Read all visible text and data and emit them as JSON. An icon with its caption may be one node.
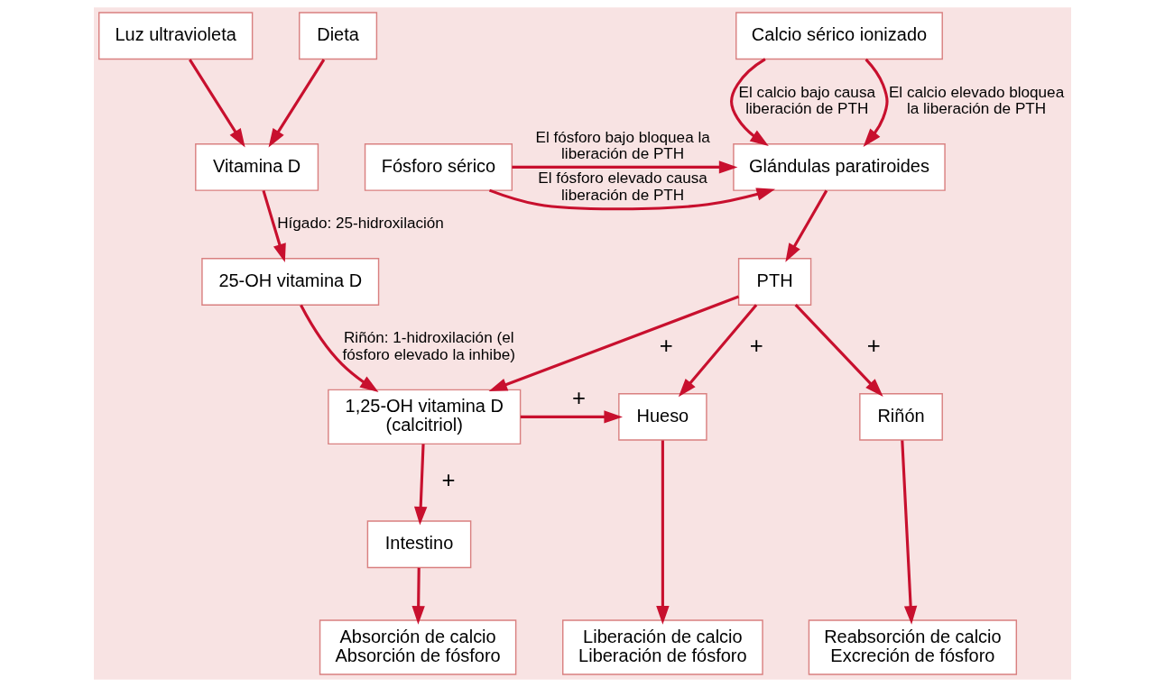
{
  "diagram": {
    "nodes": [
      {
        "text": [
          "Calcio sérico ionizado"
        ]
      },
      {
        "text": [
          "Luz ultravioleta"
        ]
      },
      {
        "text": [
          "Dieta"
        ]
      },
      {
        "text": [
          "Vitamina D"
        ]
      },
      {
        "text": [
          "Fósforo sérico"
        ]
      },
      {
        "text": [
          "Glándulas paratiroides"
        ]
      },
      {
        "text": [
          "25-OH vitamina D"
        ]
      },
      {
        "text": [
          "PTH"
        ]
      },
      {
        "text": [
          "Riñón"
        ]
      },
      {
        "text": [
          "Hueso"
        ]
      },
      {
        "text": [
          "1,25-OH vitamina D (calcitriol)"
        ]
      },
      {
        "text": [
          "Intestino"
        ]
      },
      {
        "text": [
          "Reabsorción de calcio Excreción de fósforo"
        ]
      },
      {
        "text": [
          "Liberación de calcio Liberación de fósforo"
        ]
      },
      {
        "text": [
          "Absorción de calcio Absorción de fósforo"
        ]
      }
    ],
    "edges": [
      {
        "from": 0,
        "to": 5,
        "arrow": "to",
        "label": "El calcio bajo causa liberación de PTH"
      },
      {
        "from": 0,
        "to": 5,
        "arrow": "to",
        "label": "El calcio elevado bloquea la liberación de PTH"
      },
      {
        "from": 1,
        "to": 3,
        "arrow": "to"
      },
      {
        "from": 2,
        "to": 3,
        "arrow": "to"
      },
      {
        "from": 3,
        "to": 6,
        "arrow": "to",
        "label": "Hígado: 25-hidroxilación"
      },
      {
        "from": 4,
        "to": 5,
        "arrow": "to",
        "label": "El fósforo elevado causa liberación de PTH"
      },
      {
        "from": 4,
        "to": 5,
        "arrow": "to",
        "label": "El fósforo bajo bloquea la liberación de PTH"
      },
      {
        "from": 5,
        "to": 7,
        "arrow": "to"
      },
      {
        "from": 6,
        "to": 10,
        "arrow": "to",
        "label": "Riñón: 1-hidroxilación (el fósforo elevado la inhibe)"
      },
      {
        "from": 7,
        "to": 8,
        "arrow": "to",
        "label": "+"
      },
      {
        "from": 7,
        "to": 9,
        "arrow": "to",
        "label": "+"
      },
      {
        "from": 7,
        "to": 10,
        "arrow": "to",
        "label": "+"
      },
      {
        "from": 10,
        "to": 9,
        "arrow": "to",
        "label": "+"
      },
      {
        "from": 10,
        "to": 11,
        "arrow": "to",
        "label": "+"
      },
      {
        "from": 8,
        "to": 12,
        "arrow": "to"
      },
      {
        "from": 9,
        "to": 13,
        "arrow": "to"
      },
      {
        "from": 11,
        "to": 14,
        "arrow": "to"
      }
    ]
  }
}
